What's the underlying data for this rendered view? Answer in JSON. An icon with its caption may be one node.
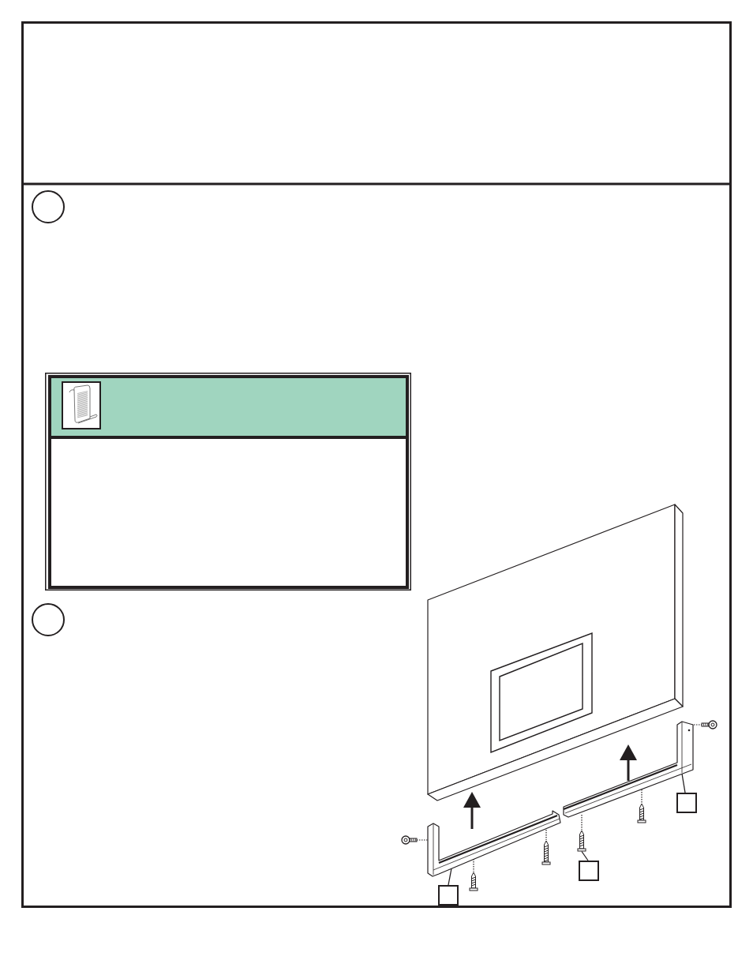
{
  "diagram": {
    "nodes": [
      {
        "text": [],
        "shape": "circle"
      },
      {
        "text": [],
        "shape": "box"
      },
      {
        "text": [],
        "shape": "bar",
        "in": 1
      },
      {
        "text": [],
        "shape": "circle"
      },
      {
        "text": [],
        "shape": "picture"
      },
      {
        "text": [],
        "shape": "box"
      },
      {
        "text": [],
        "shape": "picture"
      },
      {
        "text": [],
        "shape": "box"
      },
      {
        "text": [],
        "shape": "picture"
      },
      {
        "text": [],
        "shape": "box"
      }
    ],
    "edges": [
      {
        "from": 5,
        "to": 4,
        "arrow": "none"
      },
      {
        "from": 7,
        "to": 6,
        "arrow": "none"
      },
      {
        "from": 9,
        "to": 8,
        "arrow": "none"
      }
    ]
  }
}
